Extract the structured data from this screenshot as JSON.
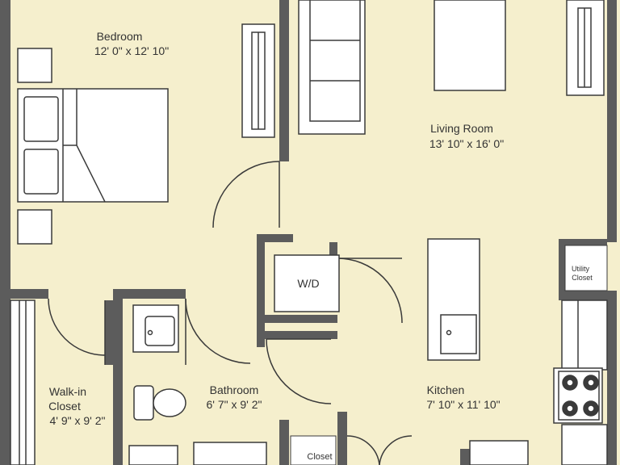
{
  "colors": {
    "floor": "#f5efcd",
    "wall": "#5c5c5c",
    "fixture_fill": "#ffffff",
    "line": "#3a3a3a",
    "background": "#ffffff"
  },
  "rooms": {
    "bedroom": {
      "name": "Bedroom",
      "dims": "12' 0\" x 12' 10\""
    },
    "living_room": {
      "name": "Living Room",
      "dims": "13' 10\" x 16' 0\""
    },
    "bathroom": {
      "name": "Bathroom",
      "dims": "6' 7\" x 9' 2\""
    },
    "kitchen": {
      "name": "Kitchen",
      "dims": "7' 10\" x 11' 10\""
    },
    "walk_in_closet": {
      "name_line1": "Walk-in",
      "name_line2": "Closet",
      "dims": "4' 9\" x 9' 2\""
    },
    "utility_closet": {
      "line1": "Utility",
      "line2": "Closet"
    },
    "closet": {
      "name": "Closet"
    }
  },
  "appliances": {
    "washer_dryer": "W/D"
  },
  "icons": [
    "bed-icon",
    "sofa-icon",
    "toilet-icon",
    "sink-icon",
    "stove-icon",
    "door-swing-icon",
    "window-icon"
  ]
}
